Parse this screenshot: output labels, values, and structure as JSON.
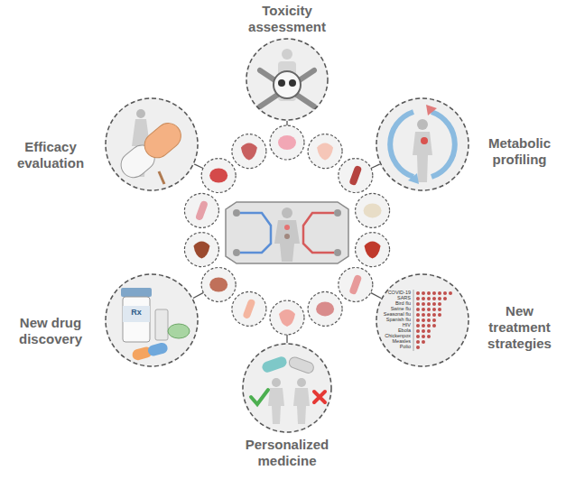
{
  "diagram": {
    "nodes": [
      {
        "text": [
          "Toxicity assessment"
        ]
      },
      {
        "text": [
          "Efficacy evaluation"
        ]
      },
      {
        "text": [
          "Metabolic profiling"
        ]
      },
      {
        "text": [
          "New drug discovery"
        ]
      },
      {
        "text": [
          "New treatment strategies"
        ]
      },
      {
        "text": [
          "Personalized medicine"
        ]
      }
    ],
    "labels": [
      "Rx",
      "COVID-19",
      "SARS",
      "Bird flu",
      "Swine flu",
      "Seasonal flu",
      "Spanish flu",
      "HIV",
      "Ebola",
      "Chickenpox",
      "Measles",
      "Polio"
    ]
  }
}
